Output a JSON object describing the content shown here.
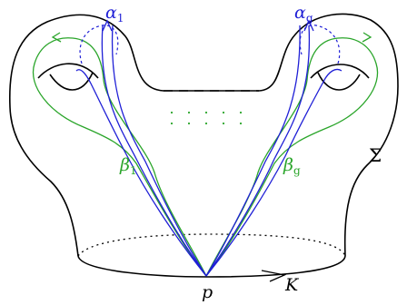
{
  "colors": {
    "surface": "#000000",
    "alpha": "#1f1fd6",
    "beta": "#2aa52a",
    "dots": "#2aa52a"
  },
  "labels": {
    "alpha_1": {
      "main": "α",
      "sub": "1"
    },
    "alpha_g": {
      "main": "α",
      "sub": "g"
    },
    "beta_1": {
      "main": "β",
      "sub": "1"
    },
    "beta_g": {
      "main": "β",
      "sub": "g"
    },
    "sigma": "Σ",
    "basepoint": "p",
    "boundary": "K"
  }
}
